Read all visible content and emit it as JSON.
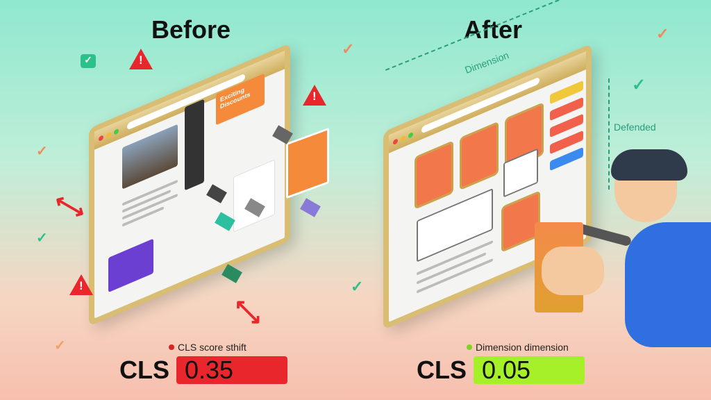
{
  "before": {
    "title": "Before",
    "caption": "CLS score sthift",
    "cls_label": "CLS",
    "cls_value": "0.35",
    "color": "#e8262b",
    "ad_text": "Exciting Discounts"
  },
  "after": {
    "title": "After",
    "caption": "Dimension dimension",
    "cls_label": "CLS",
    "cls_value": "0.05",
    "color": "#a6f02a",
    "dimension_label": "Dimension",
    "defended_label": "Defended"
  },
  "icons": [
    "warning-icon",
    "check-icon",
    "double-arrow-icon",
    "wrench-icon"
  ]
}
